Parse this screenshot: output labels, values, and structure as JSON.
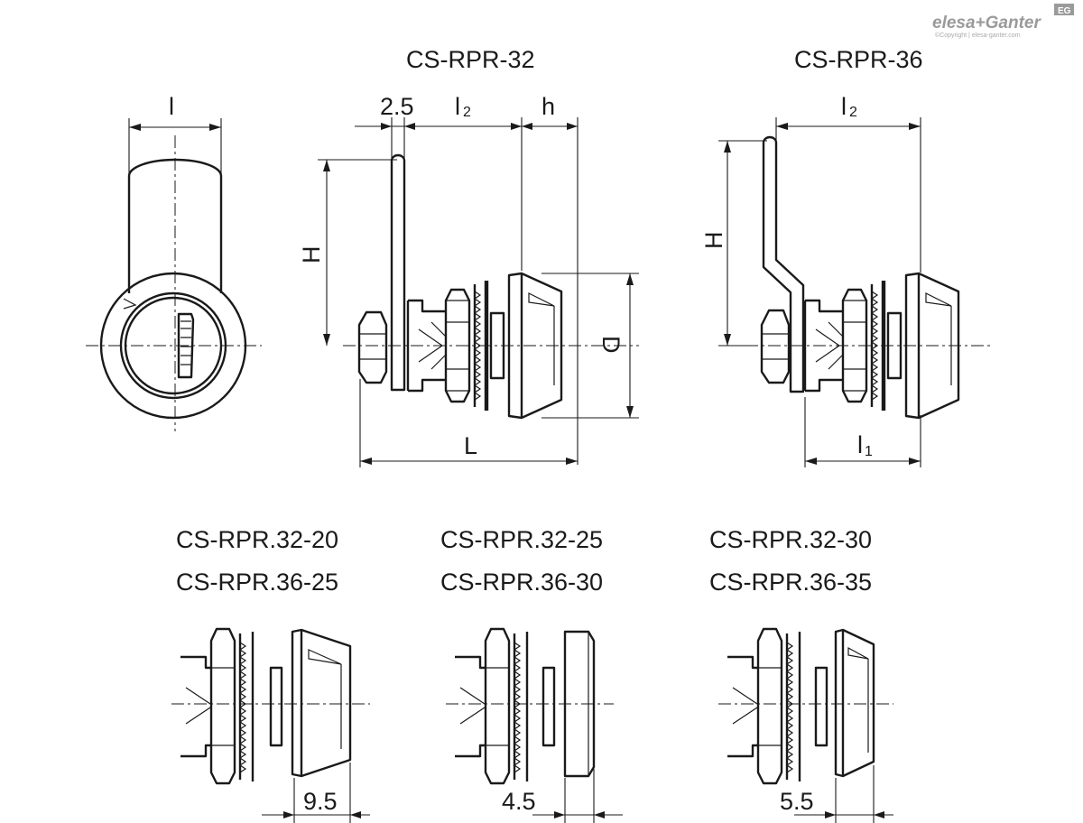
{
  "brand": {
    "logo_text": "elesa+Ganter",
    "badge_text": "EG",
    "copyright": "©Copyright | elesa-ganter.com"
  },
  "views": {
    "cs32": {
      "title": "CS-RPR-32"
    },
    "cs36": {
      "title": "CS-RPR-36"
    }
  },
  "dimensions": {
    "l": "l",
    "offset_2_5": "2.5",
    "l2_main": "l",
    "l2_main_sub": "2",
    "h_small": "h",
    "H_main": "H",
    "D": "D",
    "L": "L",
    "l2_36": "l",
    "l2_36_sub": "2",
    "H_36": "H",
    "l1": "l",
    "l1_sub": "1"
  },
  "variants": [
    {
      "line1": "CS-RPR.32-20",
      "line2": "CS-RPR.36-25",
      "dimension": "9.5"
    },
    {
      "line1": "CS-RPR.32-25",
      "line2": "CS-RPR.36-30",
      "dimension": "4.5"
    },
    {
      "line1": "CS-RPR.32-30",
      "line2": "CS-RPR.36-35",
      "dimension": "5.5"
    }
  ],
  "colors": {
    "line": "#1a1a1a",
    "logo": "#9a9a9a",
    "background": "#ffffff"
  }
}
